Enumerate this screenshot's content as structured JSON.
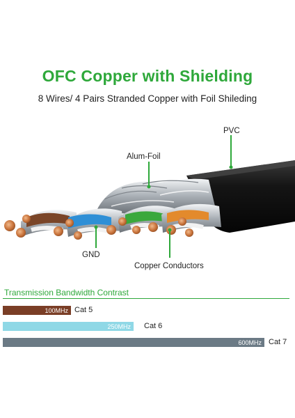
{
  "title": "OFC Copper with Shielding",
  "subtitle": "8 Wires/ 4 Pairs Stranded Copper with Foil Shileding",
  "labels": {
    "pvc": "PVC",
    "foil": "Alum-Foil",
    "gnd": "GND",
    "conductors": "Copper Conductors"
  },
  "colors": {
    "accent_green": "#2ea83a",
    "jacket": "#1b1b1b",
    "foil": "#c8ccd0",
    "copper": "#c8723a",
    "pair_brown": "#7a4528",
    "pair_blue": "#2f8fd6",
    "pair_green": "#3aa83c",
    "pair_orange": "#e38a2c"
  },
  "bandwidth": {
    "title": "Transmission Bandwidth Contrast",
    "bars": [
      {
        "value_label": "100MHz",
        "category": "Cat 5",
        "value": 100,
        "color": "#7a3e26"
      },
      {
        "value_label": "250MHz",
        "category": "Cat 6",
        "value": 250,
        "color": "#8fd8e6"
      },
      {
        "value_label": "600MHz",
        "category": "Cat 7",
        "value": 600,
        "color": "#6b7a85"
      }
    ]
  }
}
